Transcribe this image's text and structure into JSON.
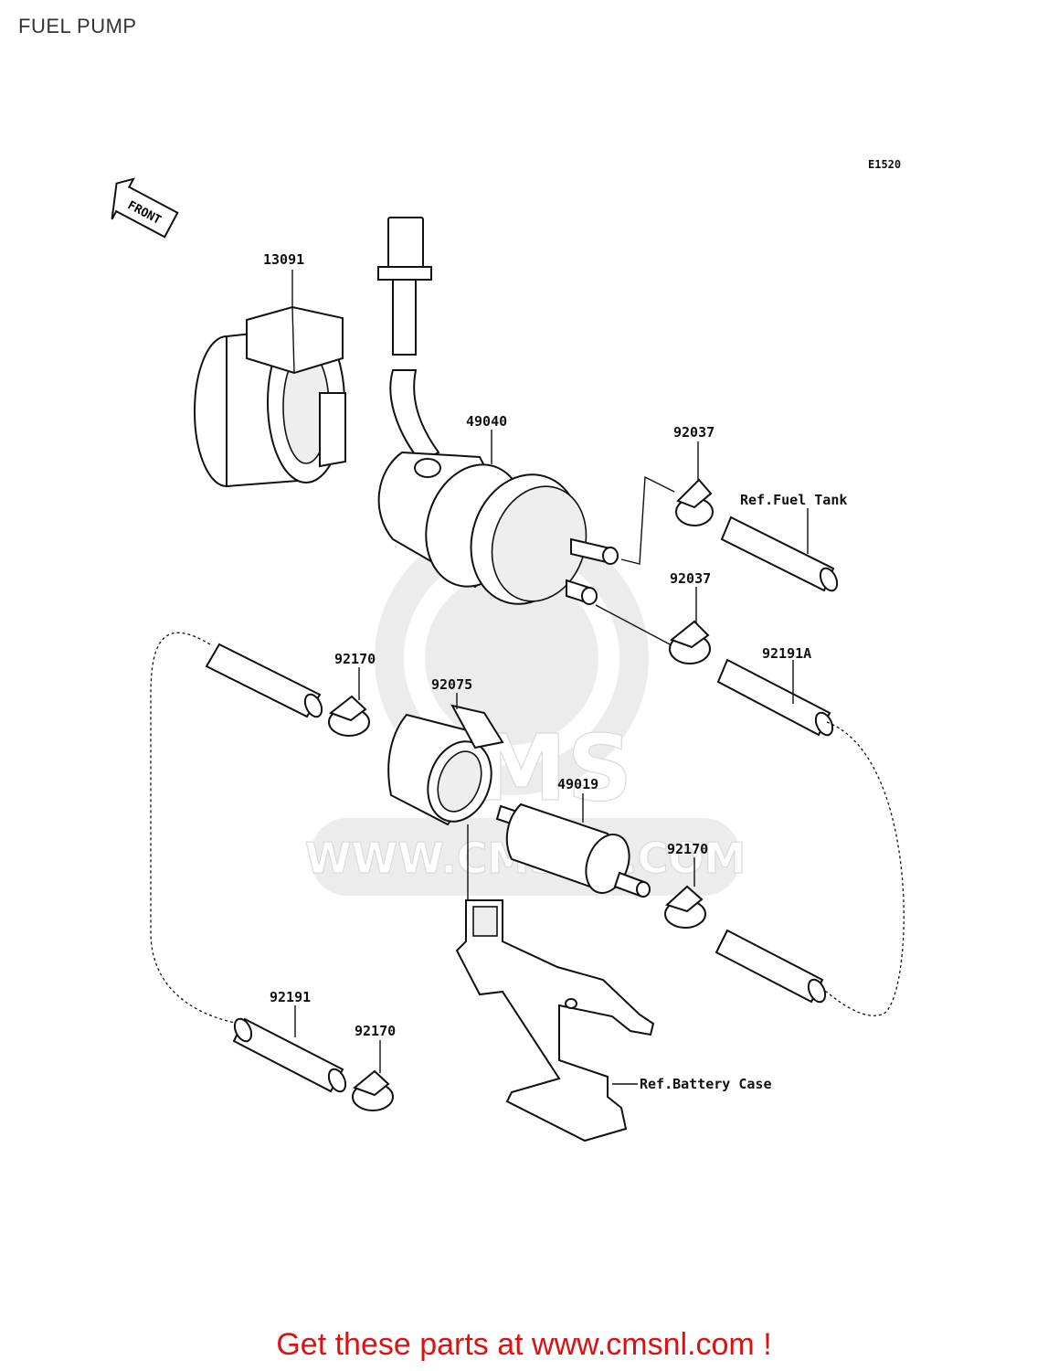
{
  "title": "FUEL PUMP",
  "diagram_code": "E1520",
  "front_label": "FRONT",
  "watermark": {
    "brand": "CMS",
    "url": "WWW.CMSNL.COM"
  },
  "callouts": {
    "p13091": "13091",
    "p49040": "49040",
    "p92037_top": "92037",
    "p92037_bottom": "92037",
    "p92191A": "92191A",
    "p92170_left": "92170",
    "p92075": "92075",
    "p49019": "49019",
    "p92170_right": "92170",
    "p92191": "92191",
    "p92170_bottom": "92170"
  },
  "references": {
    "fuel_tank": "Ref.Fuel Tank",
    "battery_case": "Ref.Battery Case"
  },
  "footer": "Get these parts at www.cmsnl.com !"
}
